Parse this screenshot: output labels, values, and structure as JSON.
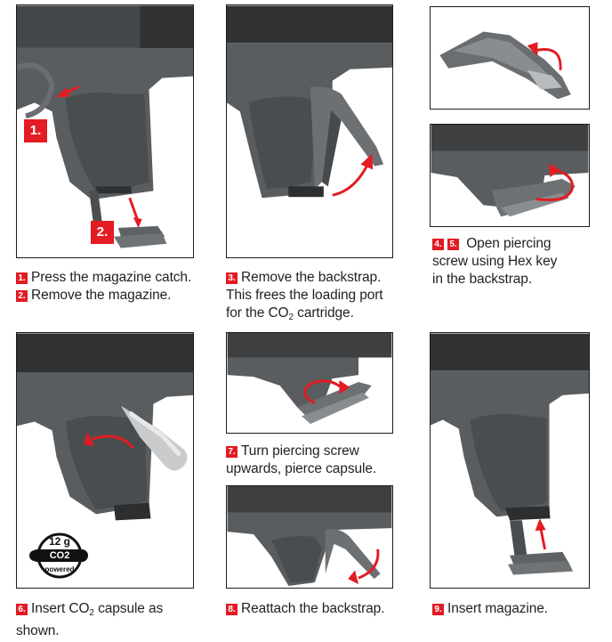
{
  "steps": {
    "s1": {
      "badge": "1.",
      "text": "Press the magazine catch."
    },
    "s2": {
      "badge": "2.",
      "text": "Remove the magazine."
    },
    "s3": {
      "badge": "3.",
      "line1": "Remove the backstrap.",
      "line2": "This frees the loading port",
      "line3_pre": "for the CO",
      "line3_sub": "2",
      "line3_post": " cartridge."
    },
    "s45": {
      "badge_a": "4.",
      "badge_b": "5.",
      "line1": "Open piercing",
      "line2": "screw using Hex key",
      "line3": "in the backstrap."
    },
    "s6": {
      "badge": "6.",
      "line1_pre": "Insert CO",
      "line1_sub": "2",
      "line1_post": " capsule as",
      "line2": "shown."
    },
    "s7": {
      "badge": "7.",
      "line1": "Turn piercing screw",
      "line2": "upwards, pierce capsule."
    },
    "s8": {
      "badge": "8.",
      "text": "Reattach the backstrap."
    },
    "s9": {
      "badge": "9.",
      "text": "Insert magazine."
    }
  },
  "image_labels": {
    "one": "1.",
    "two": "2."
  },
  "co2_logo": {
    "top": "12 g",
    "middle": "CO2",
    "bottom": "powered"
  },
  "colors": {
    "accent": "#e31b23",
    "gun": "#55585a",
    "gun_dark": "#3d3f41"
  }
}
